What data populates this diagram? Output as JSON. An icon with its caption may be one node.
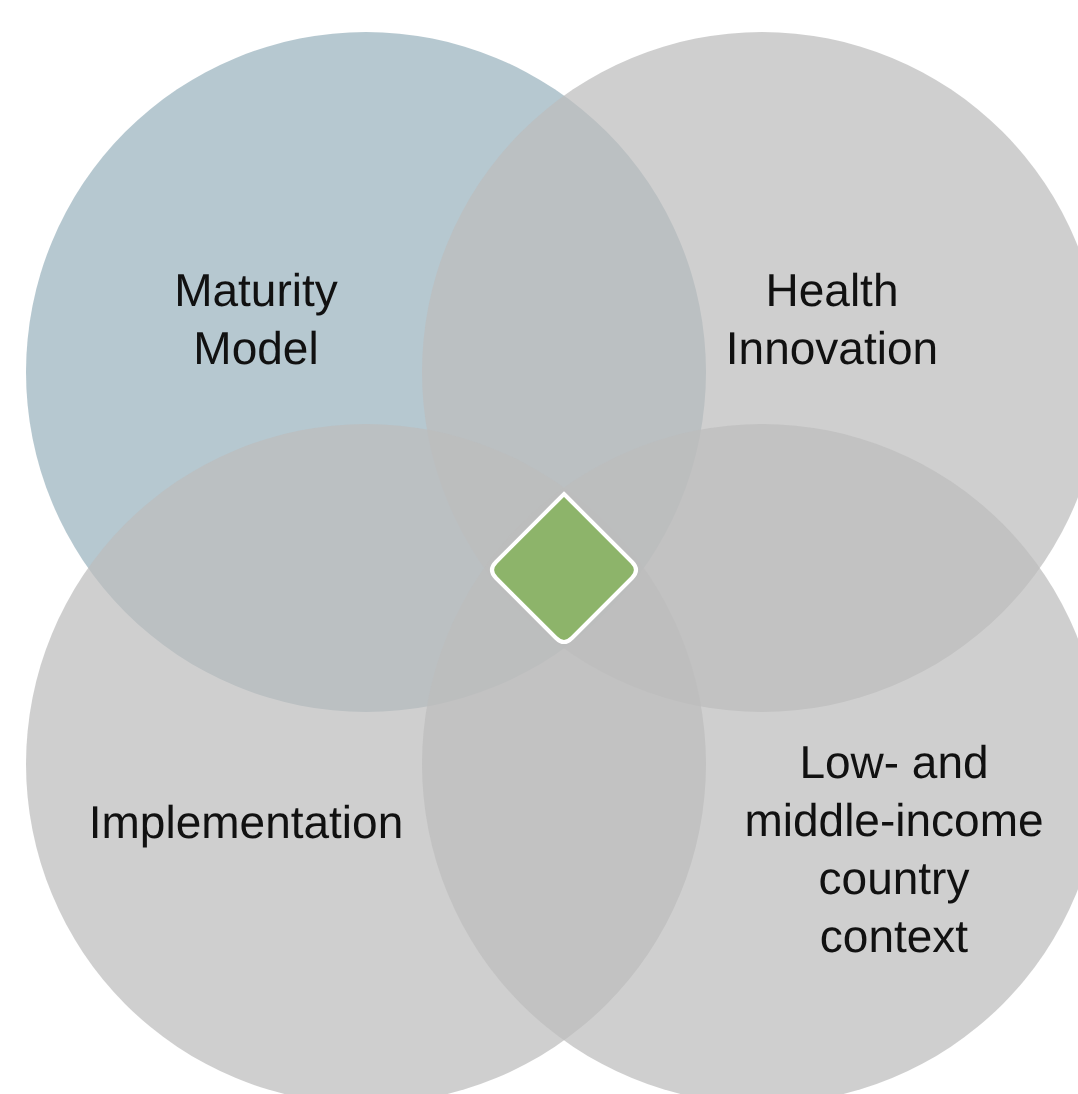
{
  "diagram": {
    "nodes": [
      {
        "text": [
          "Maturity Model"
        ]
      },
      {
        "text": [
          "Health Innovation"
        ]
      },
      {
        "text": [
          "Implementation"
        ]
      },
      {
        "text": [
          "Low- and middle-income country context"
        ]
      },
      {
        "text": [],
        "shape": "diamond"
      }
    ]
  }
}
